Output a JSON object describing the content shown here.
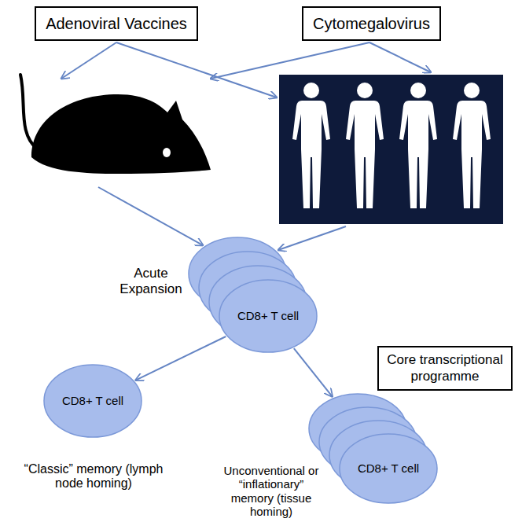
{
  "diagram": {
    "nodes": [
      {
        "text": [
          "Adenoviral Vaccines"
        ]
      },
      {
        "text": [
          "Cytomegalovirus"
        ]
      },
      {
        "text": [
          "CD8+ T cell"
        ]
      },
      {
        "text": [
          "CD8+ T cell"
        ]
      },
      {
        "text": [
          "CD8+ T cell"
        ]
      },
      {
        "text": [
          "Core transcriptional programme"
        ]
      }
    ],
    "edges": [
      {
        "from": 2,
        "to": 3,
        "arrow": "to"
      },
      {
        "from": 2,
        "to": 4,
        "arrow": "to"
      }
    ],
    "labels": [
      "Acute Expansion",
      "“Classic” memory (lymph node homing)",
      "Unconventional or “inflationary” memory (tissue homing)"
    ]
  }
}
